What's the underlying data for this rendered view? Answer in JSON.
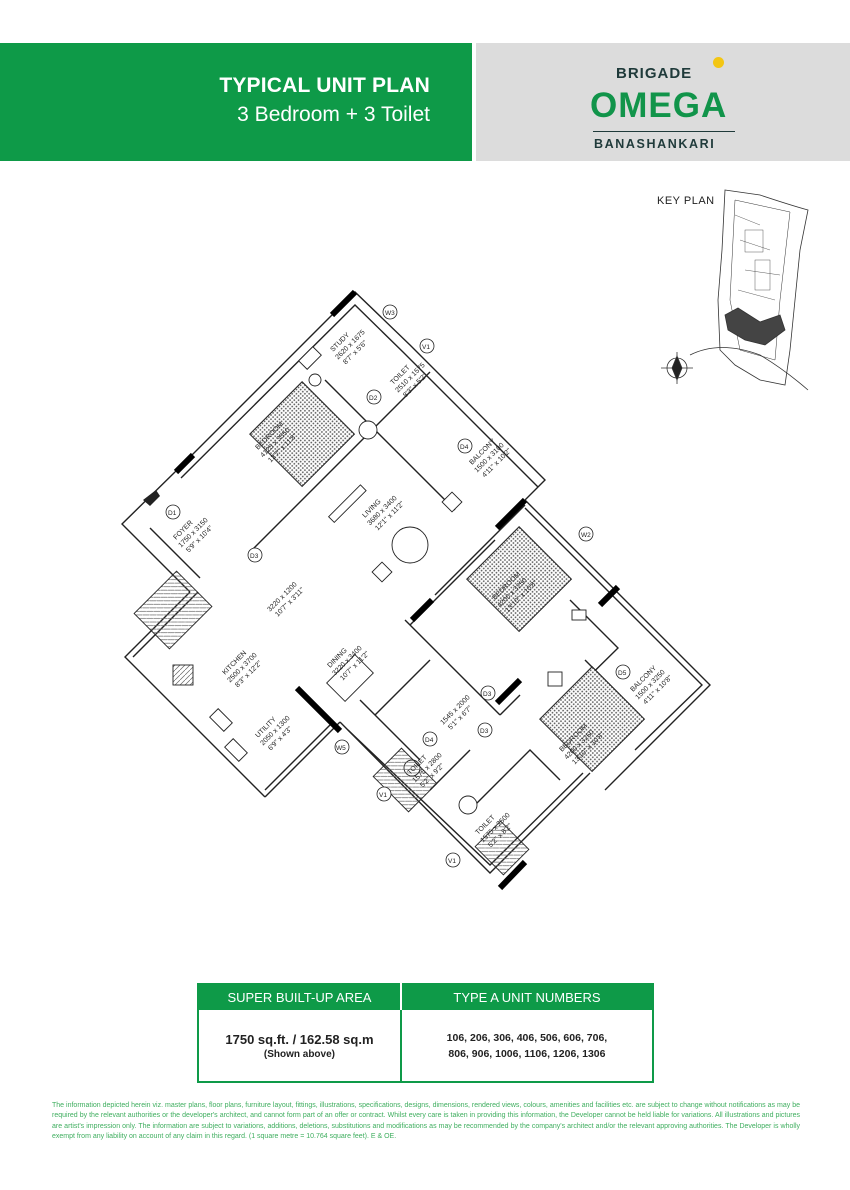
{
  "header": {
    "title": "TYPICAL UNIT PLAN",
    "subtitle": "3 Bedroom + 3 Toilet",
    "colors": {
      "green": "#0e9a48",
      "grey": "#dcdcdc",
      "logo_dot": "#f3c613"
    }
  },
  "brand": {
    "line1": "BRIGADE",
    "line2": "OMEGA",
    "line3": "BANASHANKARI"
  },
  "key_plan": {
    "label": "KEY  PLAN"
  },
  "plan": {
    "rooms": {
      "study": {
        "name": "STUDY",
        "dim1": "2620 x 1675",
        "dim2": "8'7\" x 5'6\""
      },
      "toilet1": {
        "name": "TOILET",
        "dim1": "2510 x 1575",
        "dim2": "8'3\" x 5'2\""
      },
      "bedroom1": {
        "name": "BEDROOM",
        "dim1": "4125 x 3550",
        "dim2": "13'7\" x 11'8\""
      },
      "balcony1": {
        "name": "BALCONY",
        "dim1": "1500 x 3100",
        "dim2": "4'11\" x 10'2\""
      },
      "foyer": {
        "name": "FOYER",
        "dim1": "1750 x 3150",
        "dim2": "5'9\" x 10'4\""
      },
      "living": {
        "name": "LIVING",
        "dim1": "3680 x 3400",
        "dim2": "12'1\" x 11'2\""
      },
      "passage": {
        "dim1": "3220 x 1200",
        "dim2": "10'7\" x 3'11\""
      },
      "bedroom2": {
        "name": "BEDROOM",
        "dim1": "4200 x 3250",
        "dim2": "13'10\" x 10'8\""
      },
      "kitchen": {
        "name": "KITCHEN",
        "dim1": "2500 x 3700",
        "dim2": "8'3\" x 12'2\""
      },
      "dining": {
        "name": "DINING",
        "dim1": "3220 x 3400",
        "dim2": "10'7\" x 11'2\""
      },
      "balcony2": {
        "name": "BALCONY",
        "dim1": "1500 x 3250",
        "dim2": "4'11\" x 10'8\""
      },
      "utility": {
        "name": "UTILITY",
        "dim1": "2050 x 1300",
        "dim2": "6'9\" x 4'3\""
      },
      "passage2": {
        "dim1": "1545 x 2000",
        "dim2": "5'1\" x 6'7\""
      },
      "bedroom3": {
        "name": "BEDROOM",
        "dim1": "4200 x 3250",
        "dim2": "13'10\" x 10'8\""
      },
      "toilet2": {
        "name": "TOILET",
        "dim1": "1575 x 2800",
        "dim2": "5'2\" x 9'2\""
      },
      "toilet3": {
        "name": "TOILET",
        "dim1": "1575 x 2500",
        "dim2": "5'2\" x 8'2\""
      }
    },
    "tags": {
      "w3": "W3",
      "v1": "V1",
      "d2": "D2",
      "d4": "D4",
      "d1": "D1",
      "d3": "D3",
      "w2": "W2",
      "d5": "D5",
      "w5": "W5"
    }
  },
  "table": {
    "col1_header": "SUPER BUILT-UP AREA",
    "col2_header": "TYPE A UNIT NUMBERS",
    "area": "1750 sq.ft. / 162.58 sq.m",
    "area_note": "(Shown above)",
    "units_line1": "106, 206, 306, 406, 506, 606, 706,",
    "units_line2": "806, 906, 1006, 1106, 1206, 1306"
  },
  "disclaimer": "The information depicted herein viz. master plans, floor plans, furniture layout, fittings, illustrations, specifications, designs, dimensions, rendered views, colours, amenities and facilities etc. are subject to change without notifications as may be required by the relevant authorities or the developer's architect, and cannot form part of an offer or contract. Whilst every care is taken in providing this information, the Developer cannot be held liable for variations. All illustrations and pictures are artist's impression only. The information are subject to variations, additions, deletions, substitutions and modifications as may be recommended by the company's architect and/or the relevant approving authorities. The Developer is wholly exempt from any liability on account of any claim in this regard. (1 square metre = 10.764 square feet). E & OE."
}
